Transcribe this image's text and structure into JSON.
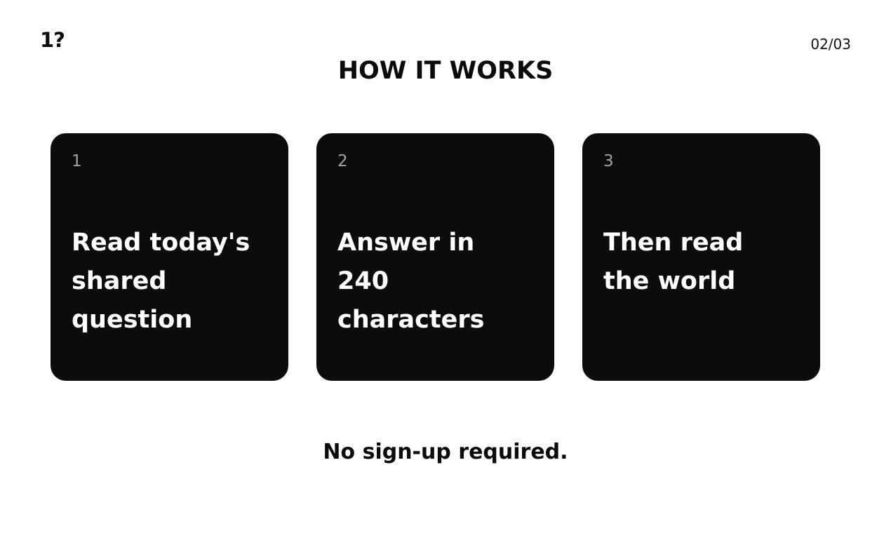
{
  "header": {
    "logo": "1?",
    "page_counter": "02/03",
    "title": "HOW IT WORKS"
  },
  "steps": [
    {
      "number": "1",
      "text": "Read today's\nshared question"
    },
    {
      "number": "2",
      "text": "Answer in\n240 characters"
    },
    {
      "number": "3",
      "text": "Then read\nthe world"
    }
  ],
  "footer": {
    "note": "No sign-up required."
  },
  "colors": {
    "card_background": "#0c0c0c",
    "page_background": "#ffffff",
    "step_number": "#a3a3a3"
  }
}
